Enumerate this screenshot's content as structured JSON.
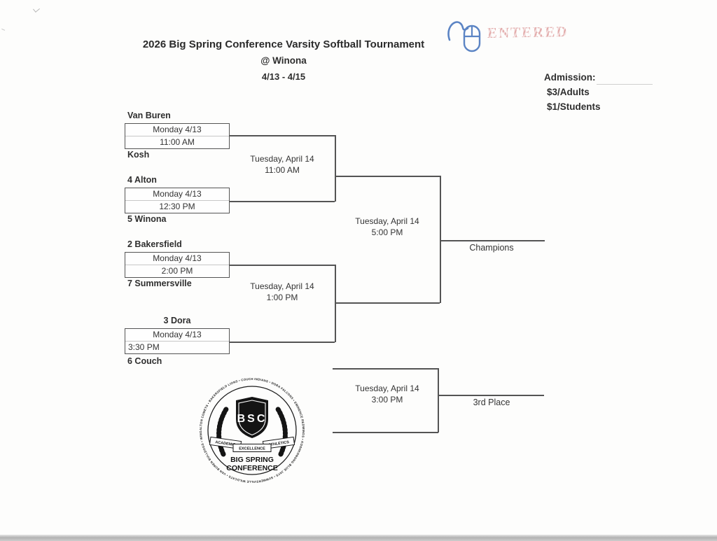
{
  "header": {
    "title": "2026 Big Spring Conference Varsity Softball Tournament",
    "location": "@ Winona",
    "dates": "4/13 - 4/15"
  },
  "stamp": {
    "text": "ENTERED",
    "color": "#d98f8f"
  },
  "icons": {
    "mouse_icon": "computer-mouse",
    "mouse_color": "#5b84c4"
  },
  "admission": {
    "label": "Admission:",
    "adults": "$3/Adults",
    "students": "$1/Students"
  },
  "bracket": {
    "round1": [
      {
        "top_team": "Van Buren",
        "bottom_team": "Kosh",
        "date": "Monday 4/13",
        "time": "11:00 AM"
      },
      {
        "top_team": "4 Alton",
        "bottom_team": "5 Winona",
        "date": "Monday 4/13",
        "time": "12:30 PM"
      },
      {
        "top_team": "2 Bakersfield",
        "bottom_team": "7 Summersville",
        "date": "Monday 4/13",
        "time": "2:00 PM"
      },
      {
        "top_team": "3 Dora",
        "bottom_team": "6 Couch",
        "date": "Monday 4/13",
        "time": "3:30 PM"
      }
    ],
    "semifinals": [
      {
        "date": "Tuesday, April 14",
        "time": "11:00 AM"
      },
      {
        "date": "Tuesday, April 14",
        "time": "1:00 PM"
      }
    ],
    "final": {
      "date": "Tuesday, April 14",
      "time": "5:00 PM",
      "label": "Champions"
    },
    "third_place": {
      "date": "Tuesday, April 14",
      "time": "3:00 PM",
      "label": "3rd Place"
    }
  },
  "logo": {
    "ring_text": "ALTON COMETS • BAKERSFIELD LIONS • COUCH INDIANS • DORA FALCONS • EMINENCE REDWINGS • KOSHKONONG BLUE JAYS • SUMMERSVILLE WILDCATS • VAN BUREN BULLDOGS • WINONA WILDCATS •",
    "shield_text": "BSC",
    "banner_left": "ACADEMIC",
    "banner_right": "ATHLETICS",
    "banner_center": "EXCELLENCE",
    "name_line1": "BIG SPRING",
    "name_line2": "CONFERENCE"
  }
}
